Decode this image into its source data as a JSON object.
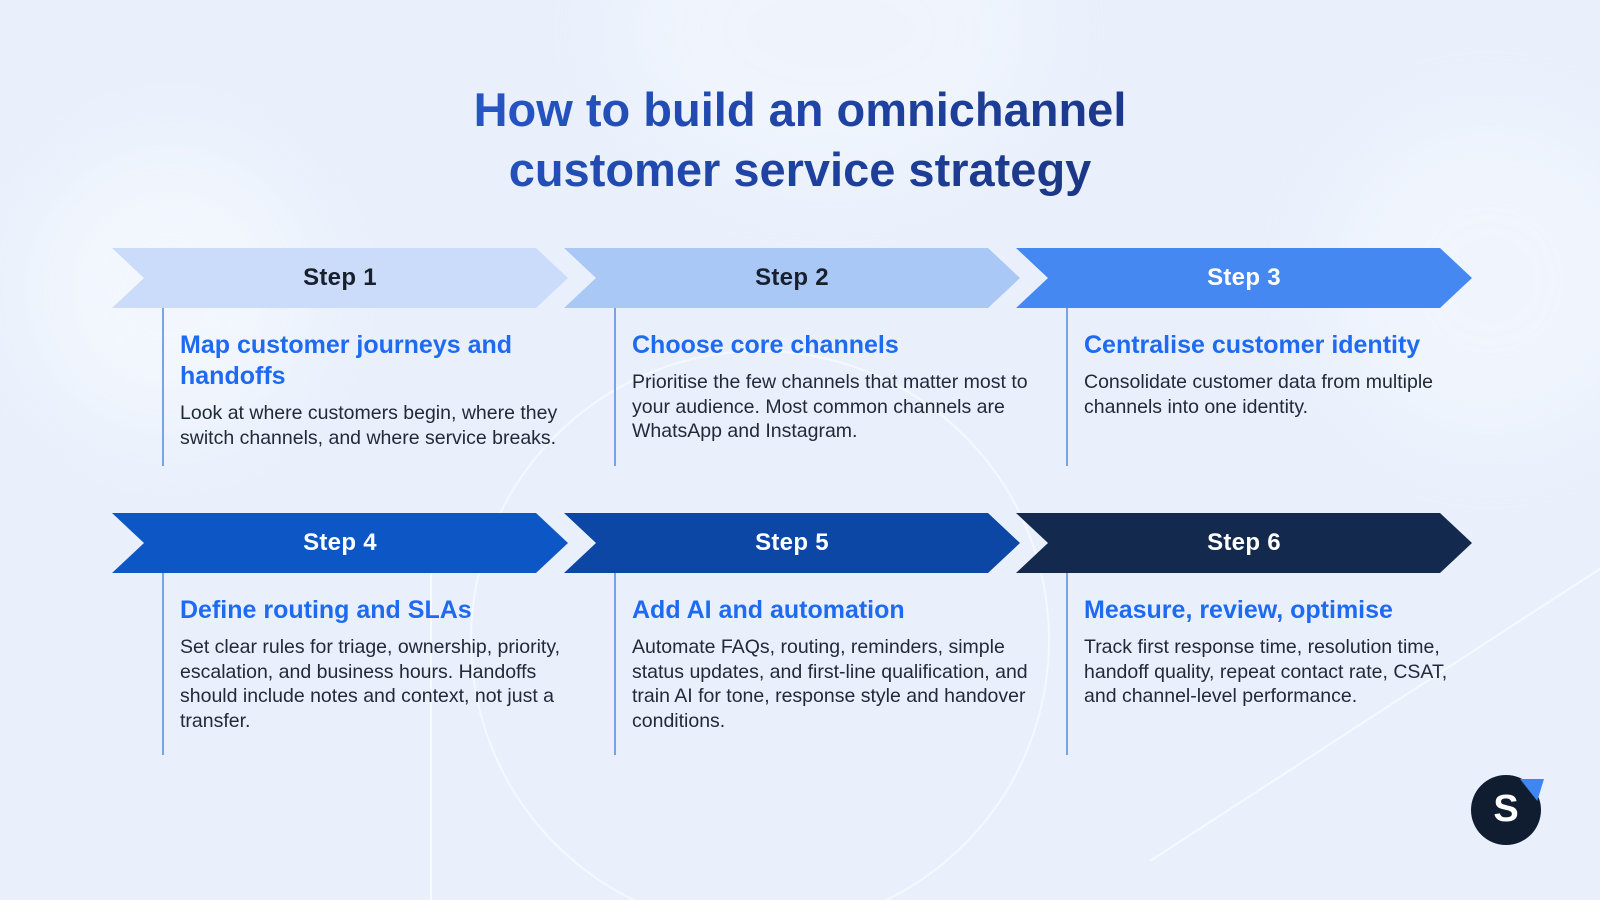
{
  "title": {
    "line1": "How to build an omnichannel",
    "line2": "customer service strategy"
  },
  "steps": [
    {
      "label": "Step 1",
      "heading": "Map customer journeys and handoffs",
      "body": "Look at where customers begin, where they switch channels, and where service breaks.",
      "banner_color": "#cadcf9",
      "label_color": "#18202e"
    },
    {
      "label": "Step 2",
      "heading": "Choose core channels",
      "body": "Prioritise the few channels that matter most to your audience. Most common channels are WhatsApp and Instagram.",
      "banner_color": "#a9c8f6",
      "label_color": "#18202e"
    },
    {
      "label": "Step 3",
      "heading": "Centralise customer identity",
      "body": "Consolidate customer data from multiple channels into one identity.",
      "banner_color": "#4688f2",
      "label_color": "#ffffff"
    },
    {
      "label": "Step 4",
      "heading": "Define routing and SLAs",
      "body": "Set clear rules for triage, ownership, priority, escalation, and business hours. Handoffs should include notes and context, not just a transfer.",
      "banner_color": "#0d56c5",
      "label_color": "#ffffff"
    },
    {
      "label": "Step 5",
      "heading": "Add AI and automation",
      "body": "Automate FAQs, routing, reminders, simple status updates, and first-line qualification, and train AI for tone, response style and handover conditions.",
      "banner_color": "#0c47a6",
      "label_color": "#ffffff"
    },
    {
      "label": "Step 6",
      "heading": "Measure, review, optimise",
      "body": "Track first response time, resolution time, handoff quality, repeat contact rate, CSAT, and channel-level performance.",
      "banner_color": "#13294e",
      "label_color": "#ffffff"
    }
  ],
  "logo": {
    "letter": "S"
  },
  "colors": {
    "background": "#e9f0fc",
    "heading_blue": "#1e6bf1",
    "body_text": "#222a38",
    "connector": "#7aa3df",
    "title_gradient_start": "#2b62dd",
    "title_gradient_end": "#1b2a66",
    "logo_circle": "#101d31",
    "logo_triangle": "#3f86f0"
  }
}
